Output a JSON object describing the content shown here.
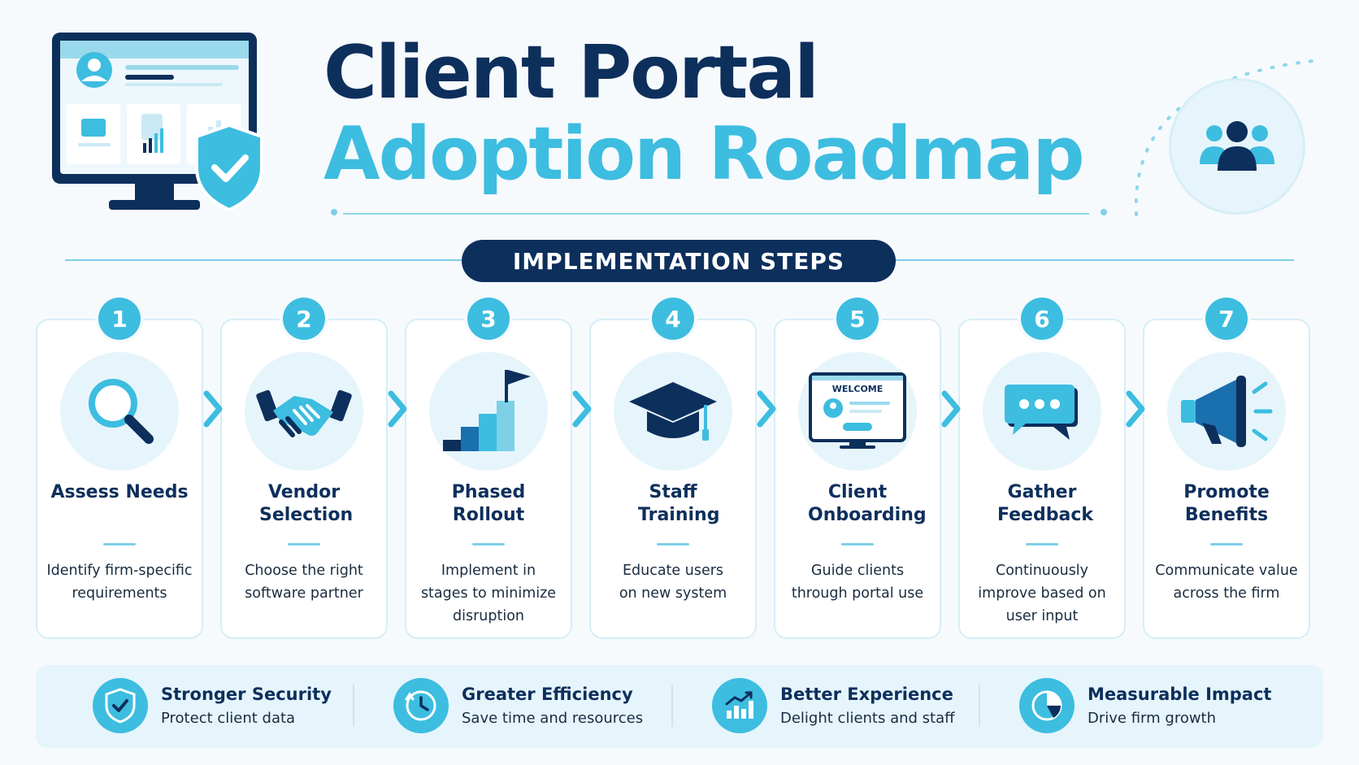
{
  "header": {
    "title_line1": "Client Portal",
    "title_line2": "Adoption Roadmap"
  },
  "section": {
    "banner_label": "IMPLEMENTATION STEPS"
  },
  "steps": [
    {
      "number": "1",
      "title": "Assess Needs",
      "description": "Identify firm-specific requirements",
      "icon": "magnifier-icon"
    },
    {
      "number": "2",
      "title": "Vendor Selection",
      "description": "Choose the right software partner",
      "icon": "handshake-icon"
    },
    {
      "number": "3",
      "title": "Phased Rollout",
      "description": "Implement in stages to minimize disruption",
      "icon": "stairs-flag-icon"
    },
    {
      "number": "4",
      "title": "Staff Training",
      "description": "Educate users on new system",
      "icon": "graduation-cap-icon"
    },
    {
      "number": "5",
      "title": "Client Onboarding",
      "description": "Guide clients through portal use",
      "icon": "welcome-screen-icon",
      "icon_text": "WELCOME"
    },
    {
      "number": "6",
      "title": "Gather Feedback",
      "description": "Continuously improve based on user input",
      "icon": "chat-bubble-icon"
    },
    {
      "number": "7",
      "title": "Promote Benefits",
      "description": "Communicate value across the firm",
      "icon": "megaphone-icon"
    }
  ],
  "benefits": [
    {
      "title": "Stronger Security",
      "description": "Protect client data",
      "icon": "shield-check-icon"
    },
    {
      "title": "Greater Efficiency",
      "description": "Save time and resources",
      "icon": "clock-icon"
    },
    {
      "title": "Better Experience",
      "description": "Delight clients and staff",
      "icon": "growth-chart-icon"
    },
    {
      "title": "Measurable Impact",
      "description": "Drive firm growth",
      "icon": "pie-chart-icon"
    }
  ],
  "colors": {
    "navy": "#0d2f5c",
    "accent": "#3dbde0",
    "light": "#e6f5fb"
  }
}
